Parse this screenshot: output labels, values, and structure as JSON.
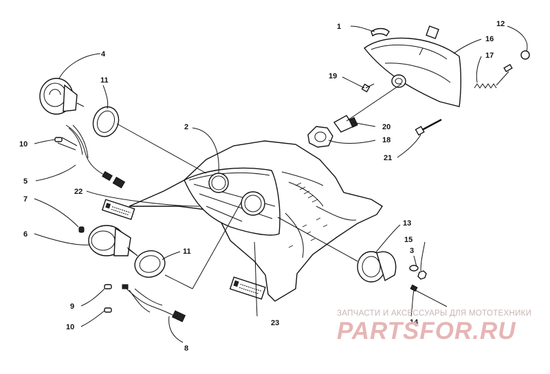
{
  "callouts": [
    {
      "id": "c1",
      "text": "1"
    },
    {
      "id": "c2",
      "text": "2"
    },
    {
      "id": "c3",
      "text": "3"
    },
    {
      "id": "c4",
      "text": "4"
    },
    {
      "id": "c5",
      "text": "5"
    },
    {
      "id": "c6",
      "text": "6"
    },
    {
      "id": "c7",
      "text": "7"
    },
    {
      "id": "c8",
      "text": "8"
    },
    {
      "id": "c9",
      "text": "9"
    },
    {
      "id": "c10a",
      "text": "10"
    },
    {
      "id": "c10b",
      "text": "10"
    },
    {
      "id": "c11a",
      "text": "11"
    },
    {
      "id": "c11b",
      "text": "11"
    },
    {
      "id": "c12",
      "text": "12"
    },
    {
      "id": "c13",
      "text": "13"
    },
    {
      "id": "c14",
      "text": "14"
    },
    {
      "id": "c15",
      "text": "15"
    },
    {
      "id": "c16",
      "text": "16"
    },
    {
      "id": "c17",
      "text": "17"
    },
    {
      "id": "c18",
      "text": "18"
    },
    {
      "id": "c19",
      "text": "19"
    },
    {
      "id": "c20",
      "text": "20"
    },
    {
      "id": "c21",
      "text": "21"
    },
    {
      "id": "c22",
      "text": "22"
    },
    {
      "id": "c23",
      "text": "23"
    }
  ],
  "watermark": {
    "tagline": "ЗАПЧАСТИ И АКСЕССУАРЫ ДЛЯ МОТОТЕХНИКИ",
    "logo": "PARTSFOR.RU",
    "color": "#d9a0a0"
  }
}
